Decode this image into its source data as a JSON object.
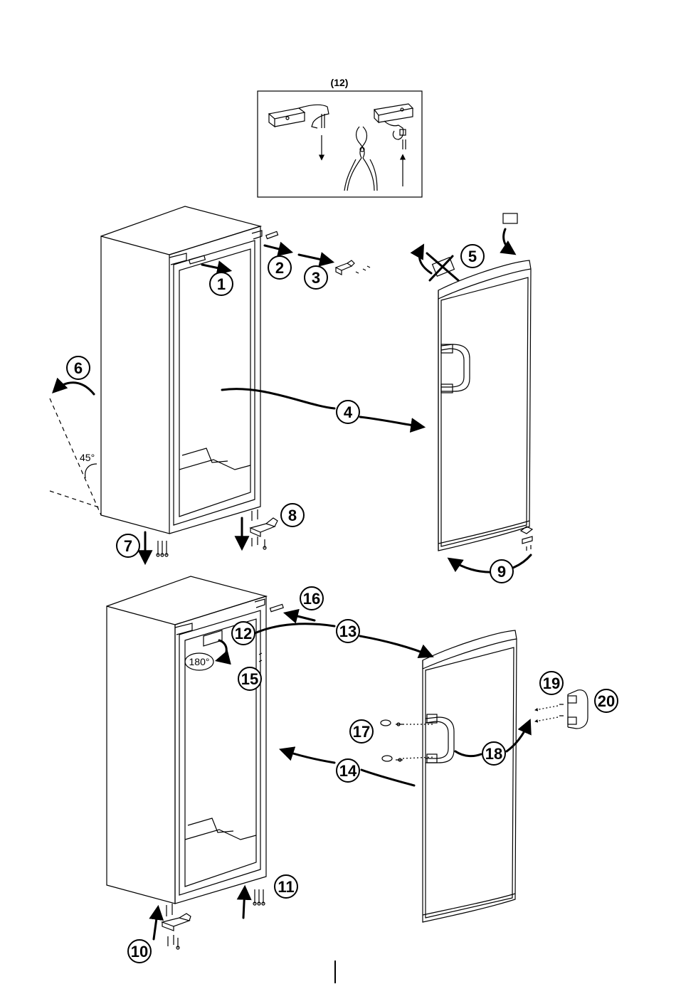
{
  "inset": {
    "caption": "(12)"
  },
  "angles": {
    "tilt": "45°",
    "rotate": "180°"
  },
  "steps": [
    "1",
    "2",
    "3",
    "4",
    "5",
    "6",
    "7",
    "8",
    "9",
    "10",
    "11",
    "12",
    "13",
    "14",
    "15",
    "16",
    "17",
    "18",
    "19",
    "20"
  ]
}
